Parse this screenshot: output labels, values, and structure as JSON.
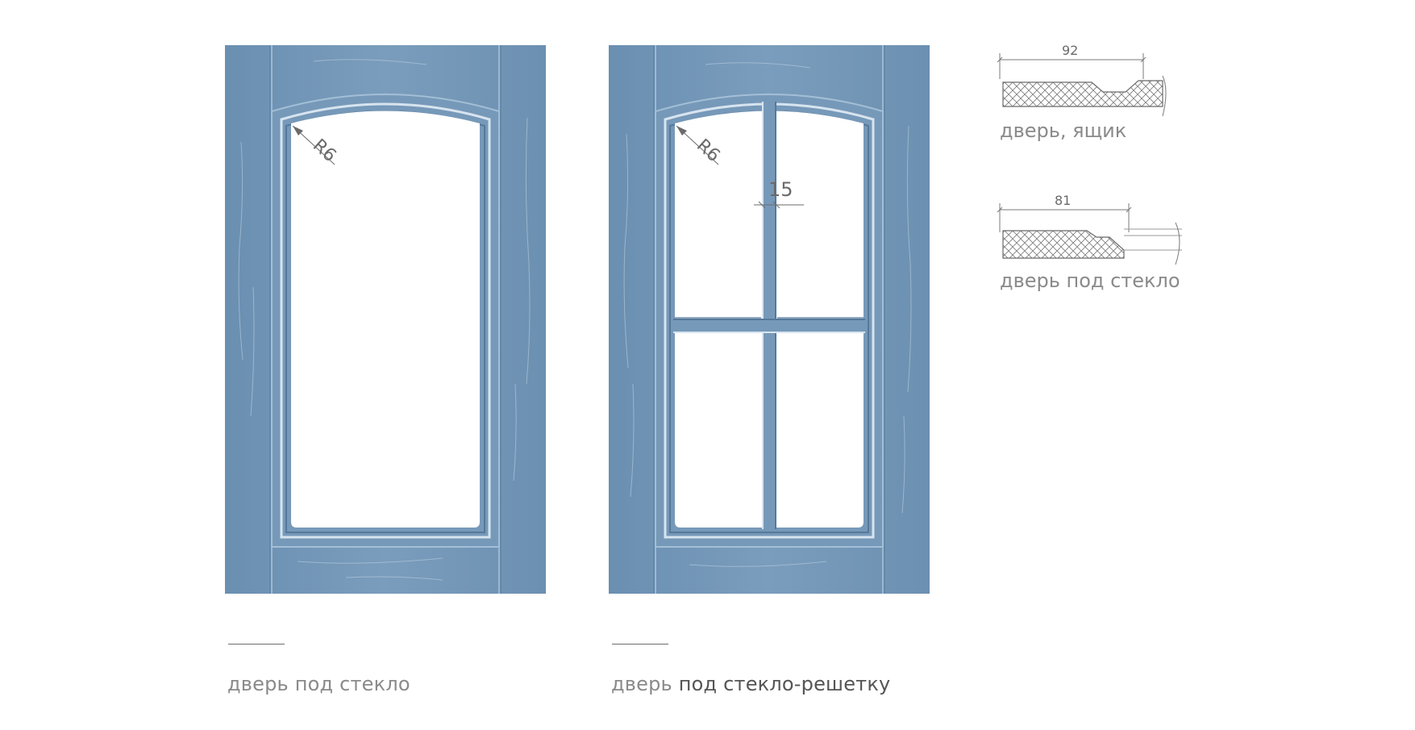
{
  "doors": [
    {
      "caption_a": "дверь под стекло",
      "caption_b": "",
      "radius_label": "R6"
    },
    {
      "caption_a": "дверь ",
      "caption_b": "под стекло-решетку",
      "radius_label": "R6",
      "mullion_label": "15"
    }
  ],
  "profiles": [
    {
      "dimension": "92",
      "label": "дверь, ящик"
    },
    {
      "dimension": "81",
      "label": "дверь под стекло"
    }
  ],
  "colors": {
    "door_fill": "#6e93b4",
    "door_light": "#93b2cd",
    "door_shadow": "#4f7595",
    "glass": "#ffffff",
    "text": "#8a8a8a"
  }
}
